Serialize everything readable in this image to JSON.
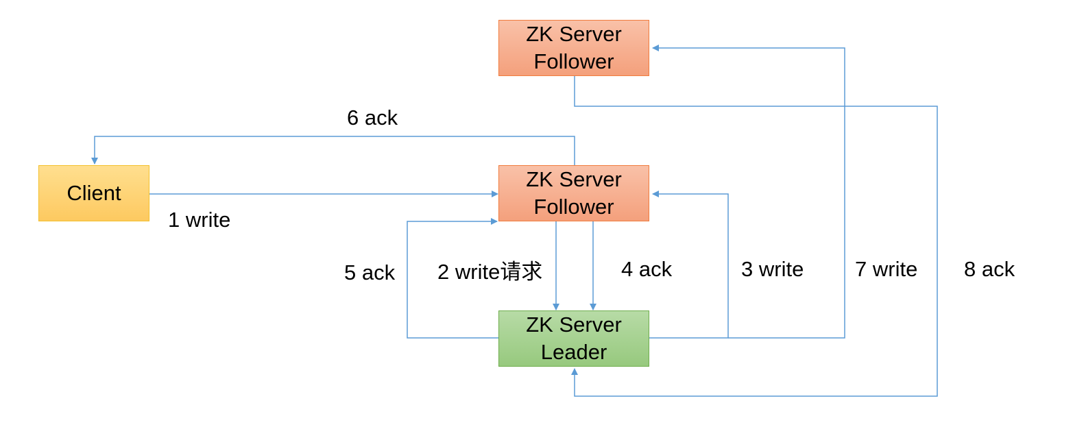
{
  "colors": {
    "edge": "#5b9bd5",
    "follower_fill": "#f6ad8c",
    "follower_border": "#f07c3d",
    "leader_fill": "#a6d18f",
    "leader_border": "#6fae4d",
    "client_fill": "#fed477",
    "client_border": "#f3c02c"
  },
  "nodes": {
    "follower_top": {
      "line1": "ZK Server",
      "line2": "Follower"
    },
    "follower_mid": {
      "line1": "ZK Server",
      "line2": "Follower"
    },
    "leader": {
      "line1": "ZK Server",
      "line2": "Leader"
    },
    "client": {
      "label": "Client"
    }
  },
  "edges": {
    "e1": "1 write",
    "e2": "2 write请求",
    "e3": "3 write",
    "e4": "4 ack",
    "e5": "5 ack",
    "e6": "6 ack",
    "e7": "7 write",
    "e8": "8 ack"
  }
}
